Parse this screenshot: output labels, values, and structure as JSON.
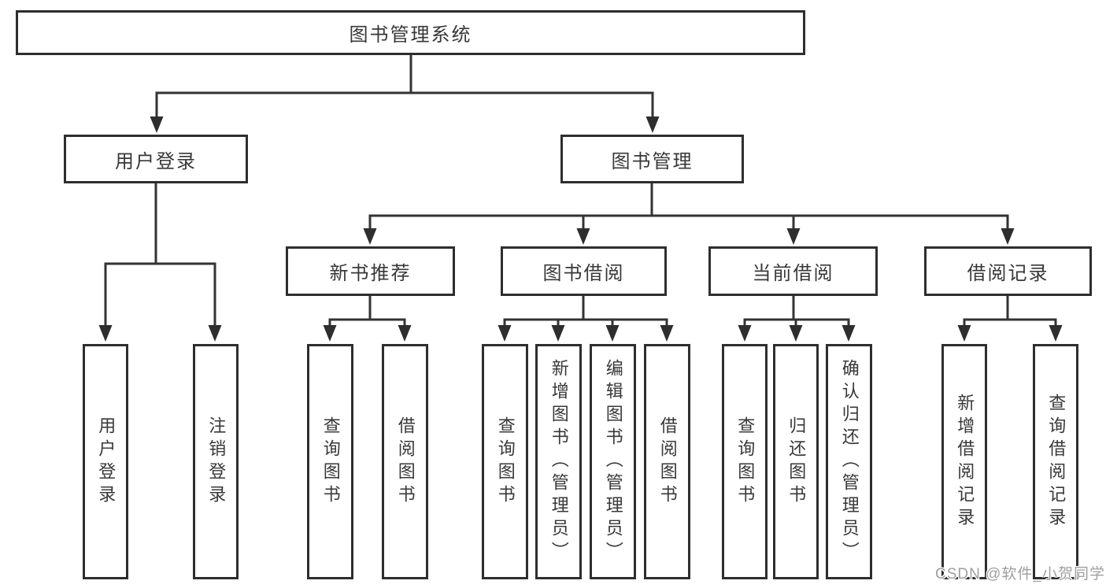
{
  "diagram": {
    "root": "图书管理系统",
    "level1": {
      "user_login": "用户登录",
      "book_mgmt": "图书管理"
    },
    "level2": {
      "new_book": "新书推荐",
      "book_borrow": "图书借阅",
      "current_borrow": "当前借阅",
      "borrow_record": "借阅记录"
    },
    "leaves": {
      "user_login": "用户登录",
      "logout": "注销登录",
      "nb_query": "查询图书",
      "nb_borrow": "借阅图书",
      "bb_query": "查询图书",
      "bb_add": "新增图书（管理员）",
      "bb_edit": "编辑图书（管理员）",
      "bb_borrow": "借阅图书",
      "cb_query": "查询图书",
      "cb_return": "归还图书",
      "cb_confirm": "确认归还（管理员）",
      "br_add": "新增借阅记录",
      "br_query": "查询借阅记录"
    }
  },
  "watermark": "CSDN @软件_小贺同学",
  "colors": {
    "line": "#333333",
    "box_border": "#2e2e2e",
    "text": "#383838",
    "watermark": "#9f9f9f",
    "background": "#ffffff"
  }
}
